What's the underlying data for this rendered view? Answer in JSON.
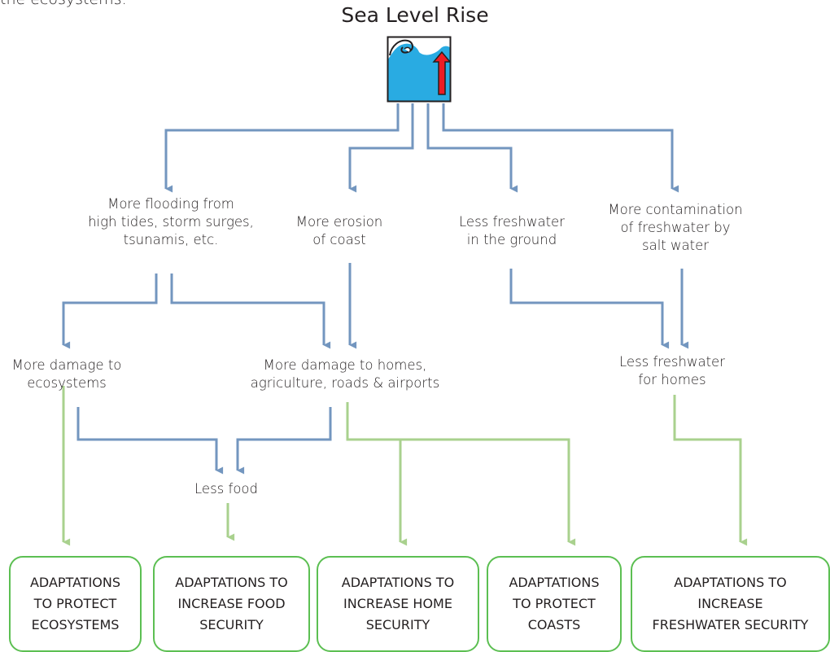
{
  "header": {
    "corner_text": "the ecosystems.",
    "title": "Sea Level Rise"
  },
  "icon": {
    "name": "sea-level-rise-icon"
  },
  "effects": {
    "flooding": [
      "More flooding from",
      "high tides, storm surges,",
      "tsunamis, etc."
    ],
    "erosion": [
      "More erosion",
      "of coast"
    ],
    "less_freshwater_ground": [
      "Less freshwater",
      "in the ground"
    ],
    "contamination": [
      "More contamination",
      "of freshwater by",
      "salt water"
    ],
    "damage_ecosystems": [
      "More damage to",
      "ecosystems"
    ],
    "damage_homes": [
      "More damage to homes,",
      "agriculture, roads & airports"
    ],
    "less_freshwater_homes": [
      "Less freshwater",
      "for homes"
    ],
    "less_food": [
      "Less food"
    ]
  },
  "adaptations": [
    {
      "id": "ecosystems",
      "lines": [
        "ADAPTATIONS",
        "TO PROTECT",
        "ECOSYSTEMS"
      ]
    },
    {
      "id": "food",
      "lines": [
        "ADAPTATIONS TO",
        "INCREASE FOOD",
        "SECURITY"
      ]
    },
    {
      "id": "home",
      "lines": [
        "ADAPTATIONS TO",
        "INCREASE HOME",
        "SECURITY"
      ]
    },
    {
      "id": "coasts",
      "lines": [
        "ADAPTATIONS",
        "TO PROTECT",
        "COASTS"
      ]
    },
    {
      "id": "freshwater",
      "lines": [
        "ADAPTATIONS TO",
        "INCREASE",
        "FRESHWATER SECURITY"
      ]
    }
  ],
  "colors": {
    "blue_connector": "#7396bf",
    "green_connector": "#a9d18e",
    "box_border": "#5cbf52",
    "water": "#29abe2",
    "arrow_red": "#ed1c24"
  }
}
